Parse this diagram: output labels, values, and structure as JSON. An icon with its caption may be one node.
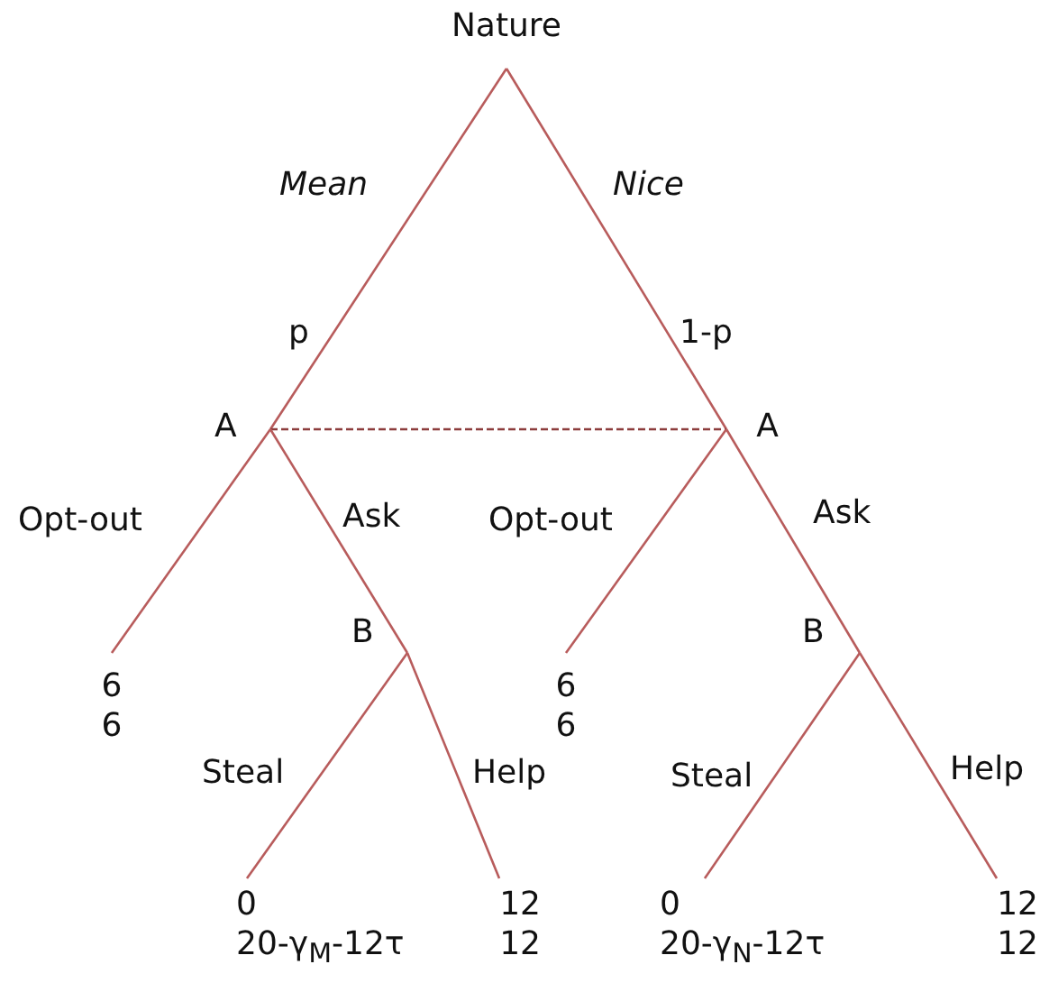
{
  "diagram": {
    "nodes": [
      {
        "text": [
          "Nature"
        ]
      },
      {
        "text": [
          "A"
        ]
      },
      {
        "text": [
          "A"
        ]
      },
      {
        "text": [
          "6",
          "6"
        ]
      },
      {
        "text": [
          "B"
        ]
      },
      {
        "text": [
          "6",
          "6"
        ]
      },
      {
        "text": [
          "B"
        ]
      },
      {
        "text": [
          "0",
          "20-γ$_{M}$-12τ"
        ]
      },
      {
        "text": [
          "12",
          "12"
        ]
      },
      {
        "text": [
          "0",
          "20-γ$_{N}$-12τ"
        ]
      },
      {
        "text": [
          "12",
          "12"
        ]
      }
    ],
    "edges": [
      {
        "from": 0,
        "to": 1,
        "arrow": "none",
        "label": "Mean"
      },
      {
        "from": 0,
        "to": 2,
        "arrow": "none",
        "label": "Nice"
      },
      {
        "from": 1,
        "to": 2,
        "arrow": "none",
        "style": "dashed",
        "color": "#8c3c3c"
      },
      {
        "from": 1,
        "to": 3,
        "arrow": "none",
        "label": "Opt-out"
      },
      {
        "from": 1,
        "to": 4,
        "arrow": "none",
        "label": "Ask"
      },
      {
        "from": 2,
        "to": 5,
        "arrow": "none",
        "label": "Opt-out"
      },
      {
        "from": 2,
        "to": 6,
        "arrow": "none",
        "label": "Ask"
      },
      {
        "from": 4,
        "to": 7,
        "arrow": "none",
        "label": "Steal"
      },
      {
        "from": 4,
        "to": 8,
        "arrow": "none",
        "label": "Help"
      },
      {
        "from": 6,
        "to": 9,
        "arrow": "none",
        "label": "Steal"
      },
      {
        "from": 6,
        "to": 10,
        "arrow": "none",
        "label": "Help"
      }
    ],
    "labels": [
      "p",
      "1-p"
    ]
  }
}
